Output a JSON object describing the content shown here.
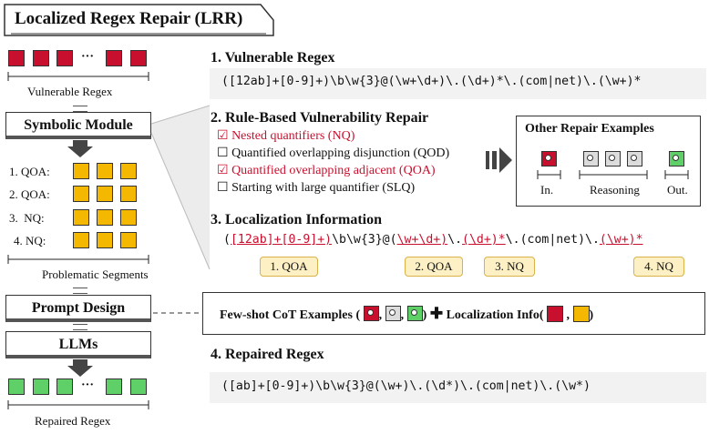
{
  "title": "Localized Regex Repair (LRR)",
  "left": {
    "vuln_label": "Vulnerable Regex",
    "ellipsis": "···",
    "symbolic_module": "Symbolic Module",
    "rows": [
      "1. QOA:",
      "2. QOA:",
      "3.  NQ:",
      "4. NQ:"
    ],
    "problem_label": "Problematic Segments",
    "prompt_design": "Prompt Design",
    "llms": "LLMs",
    "repaired_label": "Repaired Regex"
  },
  "s1": {
    "heading": "1. Vulnerable Regex",
    "regex": "([12ab]+[0-9]+)\\b\\w{3}@(\\w+\\d+)\\.(\\d+)*\\.(com|net)\\.(\\w+)*"
  },
  "s2": {
    "heading": "2. Rule-Based Vulnerability Repair",
    "items": [
      {
        "box": "☑",
        "text": "Nested quantifiers (NQ)"
      },
      {
        "box": "☐",
        "text": "Quantified overlapping disjunction (QOD)"
      },
      {
        "box": "☑",
        "text": "Quantified overlapping adjacent (QOA)"
      },
      {
        "box": "☐",
        "text": "Starting with large quantifier (SLQ)"
      }
    ]
  },
  "other": {
    "title": "Other Repair Examples",
    "in": "In.",
    "reasoning": "Reasoning",
    "out": "Out."
  },
  "s3": {
    "heading": "3. Localization Information",
    "parts": [
      "(",
      "[12ab]+[0-9]+)",
      "\\b\\w{3}@(",
      "\\w+\\d+)",
      "\\.",
      "(\\d+)*",
      "\\.(com|net)\\.",
      "(\\w+)*"
    ],
    "tags": [
      "1. QOA",
      "2. QOA",
      "3. NQ",
      "4. NQ"
    ]
  },
  "fewshot": {
    "prefix": "Few-shot CoT Examples (",
    "comma": ",",
    "suffix": ")",
    "plus": "✚",
    "loc_prefix": "Localization Info(",
    "loc_suffix": ")"
  },
  "s4": {
    "heading": "4. Repaired Regex",
    "regex": "([ab]+[0-9]+)\\b\\w{3}@(\\w+)\\.(\\d*)\\.(com|net)\\.(\\w*)"
  },
  "colors": {
    "red": "#c8102e",
    "yellow": "#f5b800",
    "green": "#5fcf68",
    "gray": "#f2f2f2"
  }
}
